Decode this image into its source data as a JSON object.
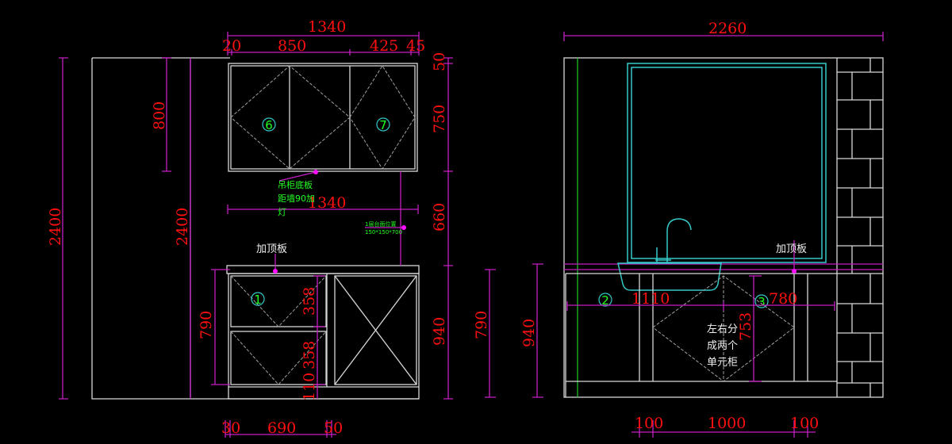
{
  "left_elevation": {
    "dims": {
      "overall_width_top": "1340",
      "top_seg_1": "20",
      "top_seg_2": "850",
      "top_seg_3": "425",
      "top_seg_4": "45",
      "height_outer": "2400",
      "height_inner": "2400",
      "upper_cabinet_height": "800",
      "right_seg_1": "50",
      "right_seg_2": "750",
      "right_seg_3": "660",
      "right_seg_4": "940",
      "mid_width": "1340",
      "base_height": "790",
      "drawer_1": "358",
      "drawer_2": "358",
      "plinth": "110",
      "bottom_seg_1": "30",
      "bottom_seg_2": "690",
      "bottom_seg_3": "50"
    },
    "markers": [
      "6",
      "7",
      "1"
    ],
    "notes": {
      "wall_cabinet_line1": "吊柜底板",
      "wall_cabinet_line2": "距墙90加",
      "wall_cabinet_line3": "灯",
      "pipe_line1": "1层台面位置",
      "pipe_line2": "150*150*700",
      "top_panel": "加顶板"
    }
  },
  "right_elevation": {
    "dims": {
      "overall_width": "2260",
      "base_height": "790",
      "total_height": "940",
      "left_width": "1110",
      "right_width": "780",
      "door_height": "753",
      "bottom_seg_1": "100",
      "bottom_seg_2": "1000",
      "bottom_seg_3": "100"
    },
    "markers": [
      "2",
      "3"
    ],
    "notes": {
      "top_panel": "加顶板",
      "split_line1": "左右分",
      "split_line2": "成两个",
      "split_line3": "单元柜"
    }
  }
}
